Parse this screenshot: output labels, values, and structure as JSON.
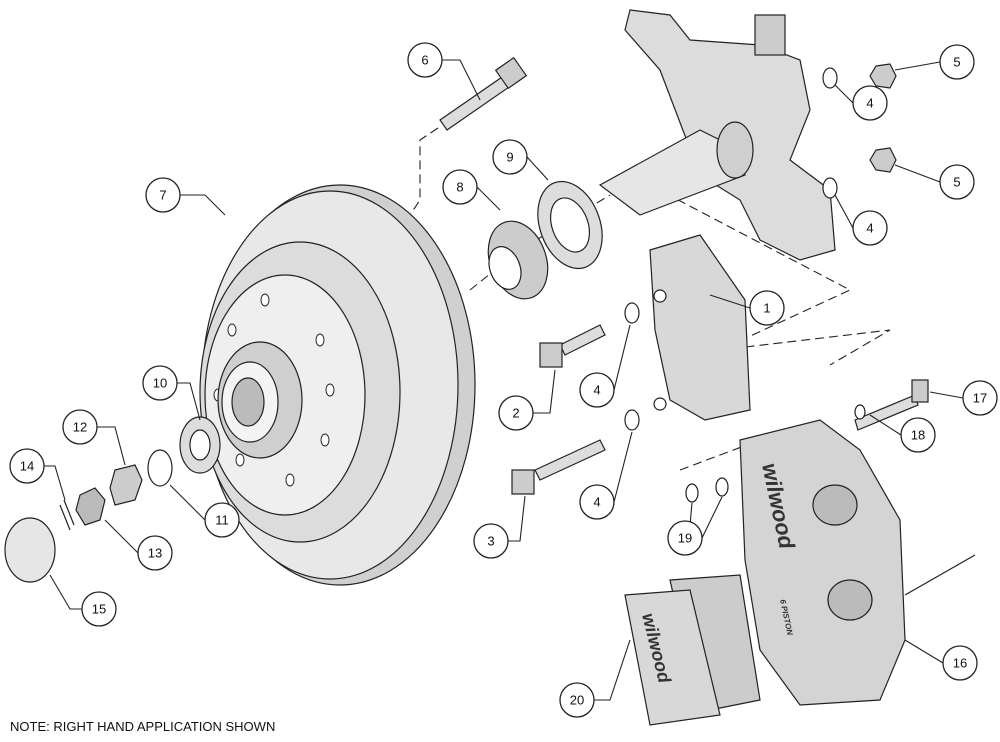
{
  "note": "NOTE: RIGHT HAND APPLICATION SHOWN",
  "brand": "wilwood",
  "caliper_model": "6 PISTON",
  "callouts": [
    "6",
    "5",
    "4",
    "9",
    "5",
    "7",
    "8",
    "4",
    "1",
    "10",
    "2",
    "4",
    "17",
    "12",
    "18",
    "14",
    "11",
    "4",
    "13",
    "19",
    "3",
    "15",
    "16",
    "20"
  ],
  "colors": {
    "part_fill": "#e6e6e6",
    "part_dark": "#b5b5b5",
    "line": "#222222"
  }
}
